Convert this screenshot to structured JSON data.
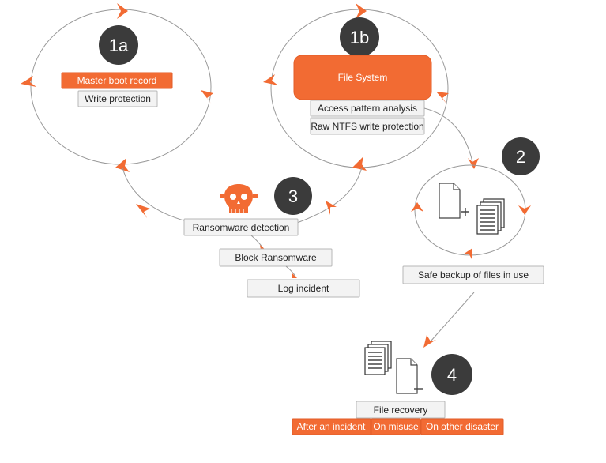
{
  "badges": {
    "b1a": "1a",
    "b1b": "1b",
    "b2": "2",
    "b3": "3",
    "b4": "4"
  },
  "circle_1a": {
    "primary": "Master boot record",
    "secondary": "Write protection"
  },
  "circle_1b": {
    "primary": "File System",
    "items": [
      "Access pattern analysis",
      "Raw NTFS write protection"
    ]
  },
  "circle_2": {
    "label": "Safe backup of files in use"
  },
  "stage_3": {
    "steps": [
      "Ransomware detection",
      "Block Ransomware",
      "Log incident"
    ]
  },
  "stage_4": {
    "label": "File recovery",
    "options": [
      "After an incident",
      "On misuse",
      "On other disaster"
    ]
  },
  "colors": {
    "accent": "#f26b33",
    "badge": "#3b3b3b",
    "box_fill": "#f3f3f3",
    "box_border": "#b7b7b7",
    "line": "#999999"
  },
  "icons": [
    "skull-icon",
    "document-add-icon",
    "documents-stack-icon",
    "document-remove-icon"
  ]
}
